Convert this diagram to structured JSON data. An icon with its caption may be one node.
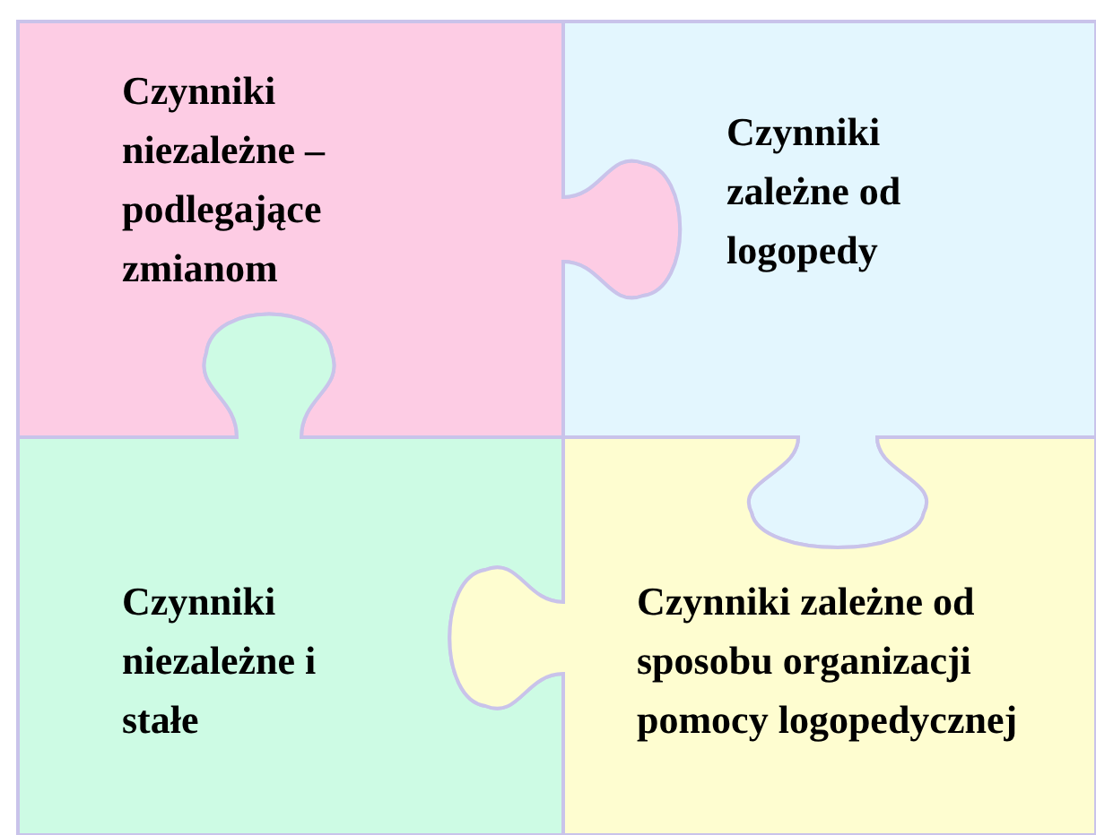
{
  "diagram": {
    "nodes": [
      {
        "text": [
          "Czynniki niezależne – podlegające zmianom"
        ]
      },
      {
        "text": [
          "Czynniki zależne od logopedy"
        ]
      },
      {
        "text": [
          "Czynniki niezależne i stałe"
        ]
      },
      {
        "text": [
          "Czynniki zależne od sposobu organizacji pomocy logopedycznej"
        ]
      }
    ]
  }
}
